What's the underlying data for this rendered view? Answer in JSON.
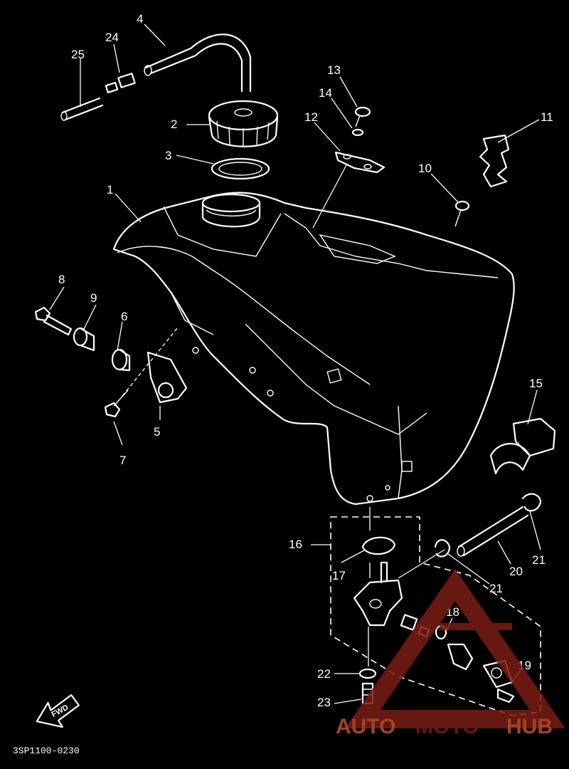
{
  "diagram": {
    "drawing_code": "3SP1100-0230",
    "direction_label": "FWD",
    "watermark": {
      "part1": "AUTO",
      "part2": "MOTO",
      "part3": "HUB",
      "color_primary": "#c0502a",
      "color_secondary": "#7a1d14"
    },
    "callouts": [
      "1",
      "2",
      "3",
      "4",
      "5",
      "6",
      "7",
      "8",
      "9",
      "10",
      "11",
      "12",
      "13",
      "14",
      "15",
      "16",
      "17",
      "18",
      "19",
      "20",
      "21",
      "21",
      "22",
      "23",
      "24",
      "25"
    ]
  }
}
